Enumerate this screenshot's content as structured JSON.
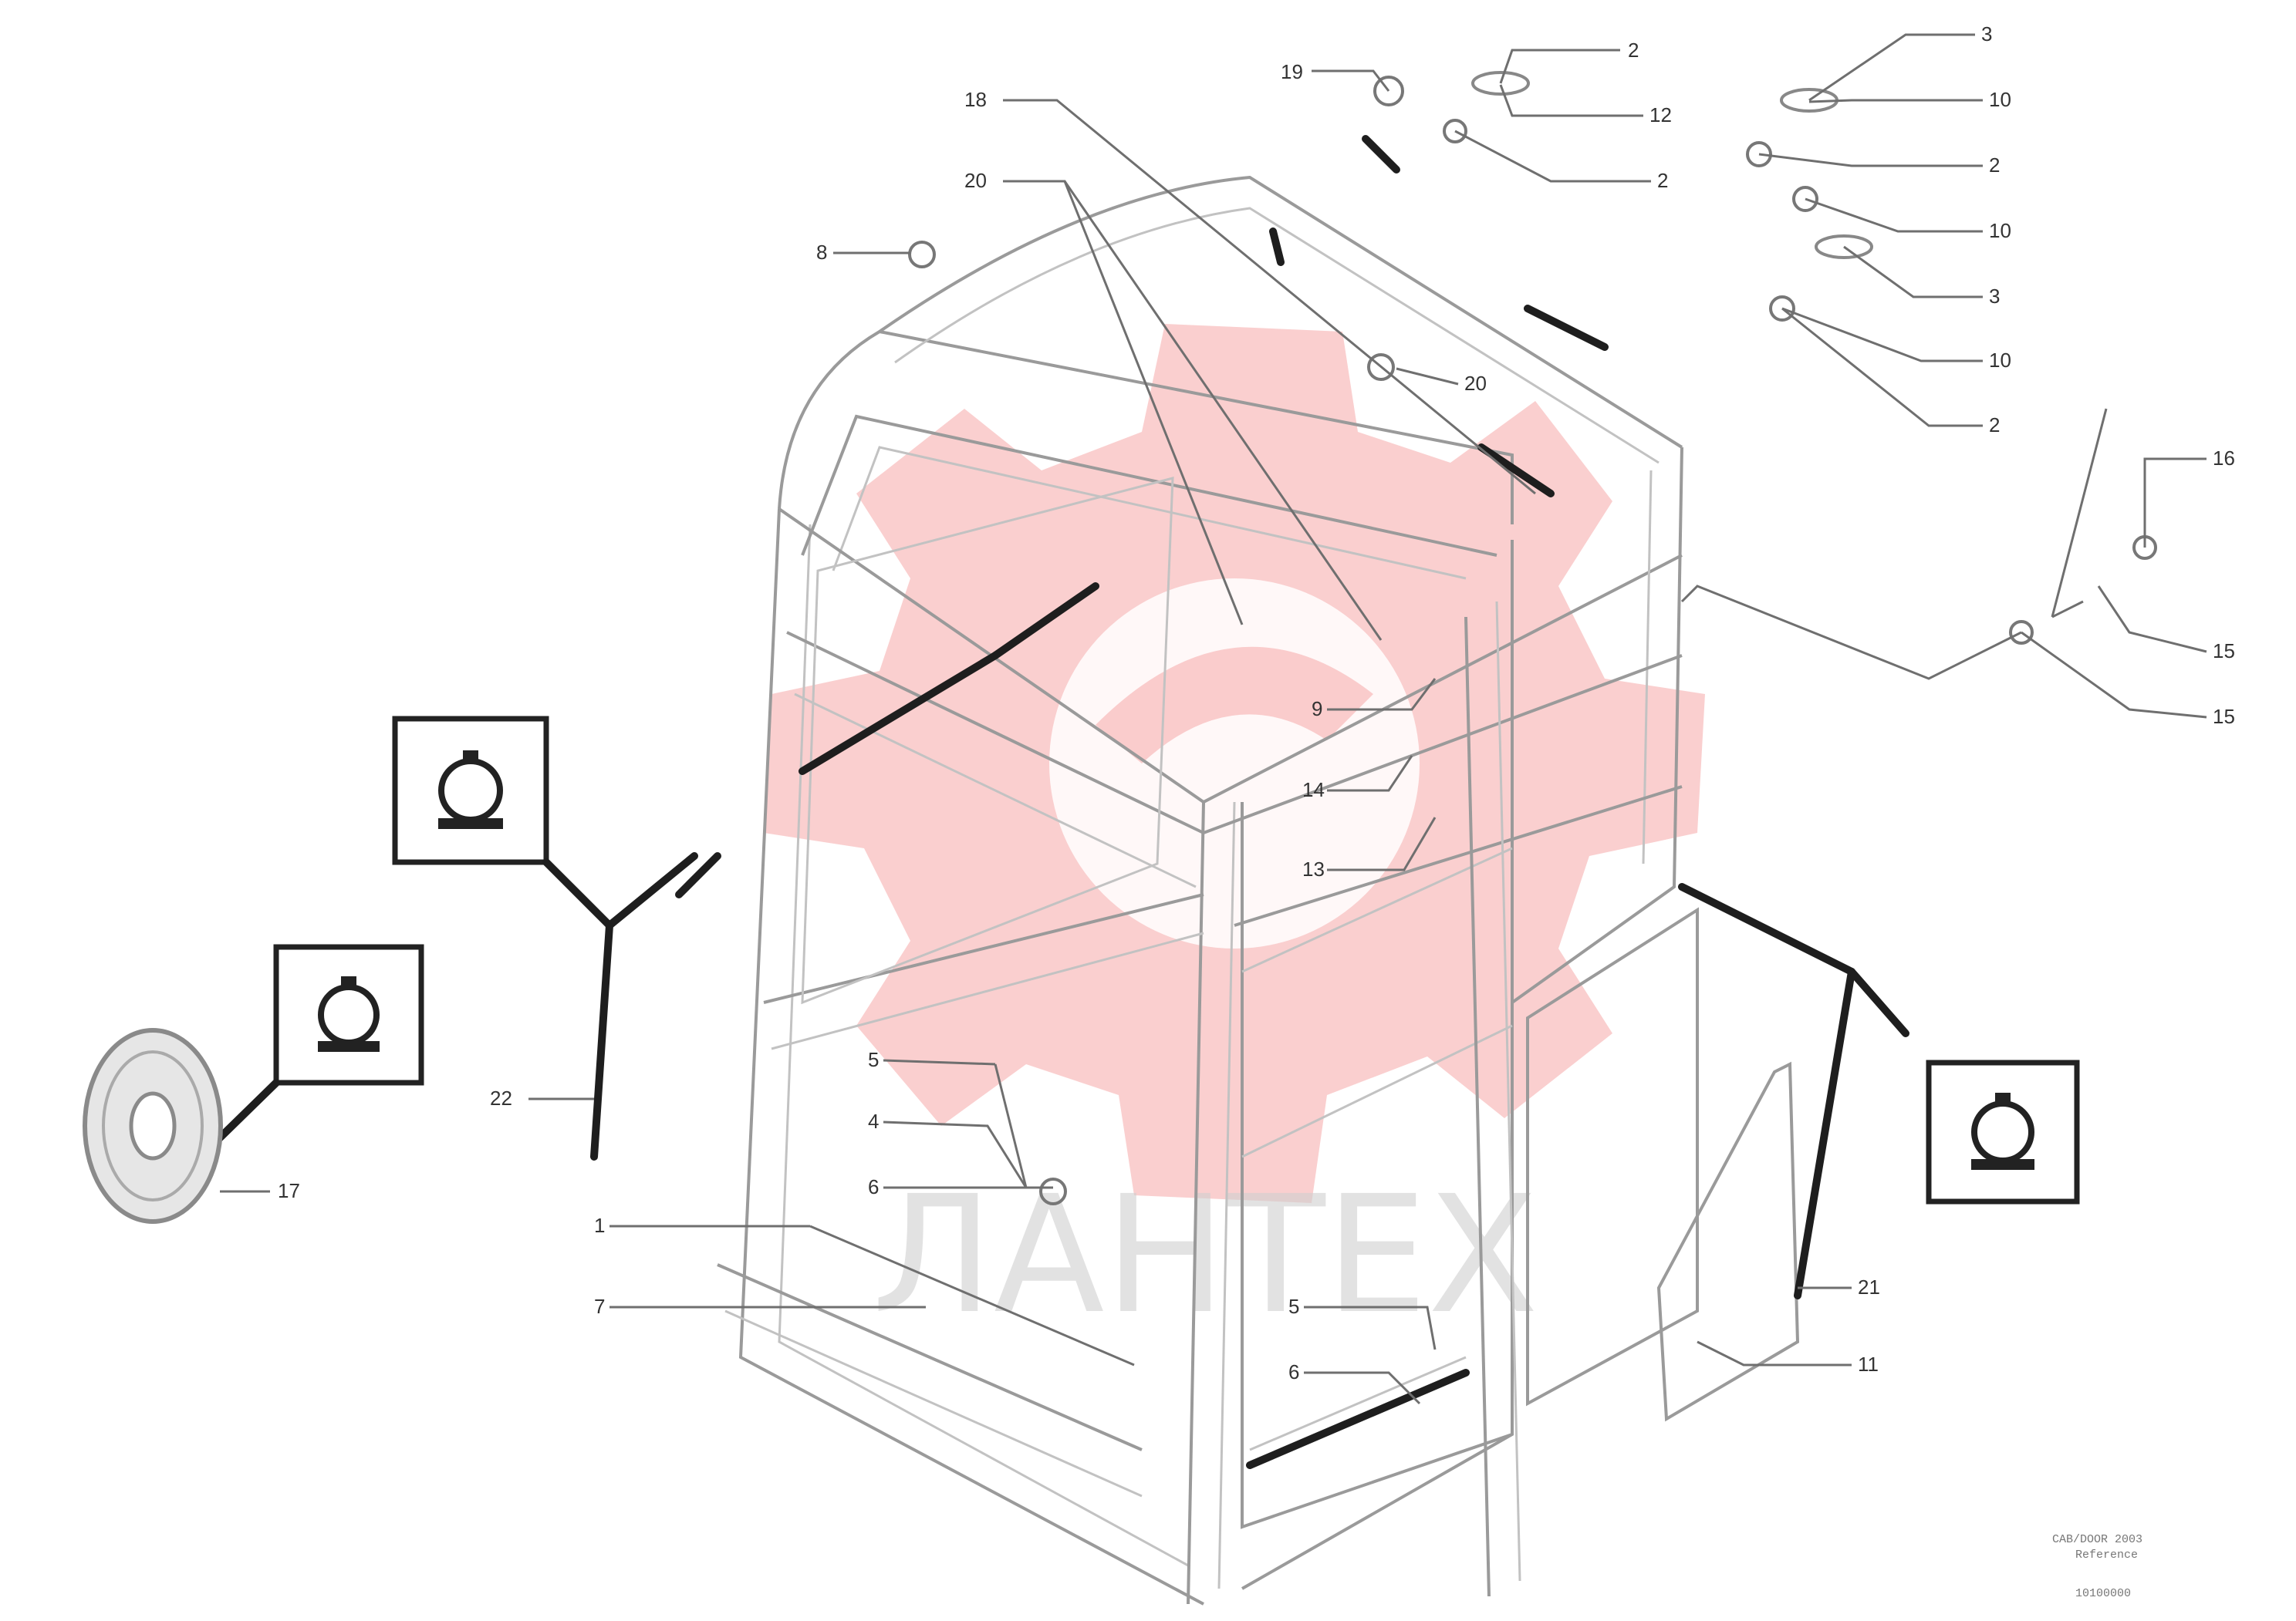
{
  "watermark": {
    "text": "ЛАНТЕХ",
    "color": "#f6a8a8"
  },
  "callouts": [
    {
      "id": "c1",
      "text": "19"
    },
    {
      "id": "c2",
      "text": "2"
    },
    {
      "id": "c3",
      "text": "12"
    },
    {
      "id": "c4",
      "text": "2"
    },
    {
      "id": "c5",
      "text": "3"
    },
    {
      "id": "c6",
      "text": "10"
    },
    {
      "id": "c7",
      "text": "2"
    },
    {
      "id": "c8",
      "text": "10"
    },
    {
      "id": "c9",
      "text": "3"
    },
    {
      "id": "c10",
      "text": "10"
    },
    {
      "id": "c11",
      "text": "2"
    },
    {
      "id": "c12",
      "text": "18"
    },
    {
      "id": "c13",
      "text": "20"
    },
    {
      "id": "c14",
      "text": "8"
    },
    {
      "id": "c15",
      "text": "20"
    },
    {
      "id": "c16",
      "text": "16"
    },
    {
      "id": "c17",
      "text": "15"
    },
    {
      "id": "c18",
      "text": "15"
    },
    {
      "id": "c19",
      "text": "9"
    },
    {
      "id": "c20",
      "text": "14"
    },
    {
      "id": "c21",
      "text": "13"
    },
    {
      "id": "c22",
      "text": "22"
    },
    {
      "id": "c23",
      "text": "17"
    },
    {
      "id": "c24",
      "text": "5"
    },
    {
      "id": "c25",
      "text": "4"
    },
    {
      "id": "c26",
      "text": "6"
    },
    {
      "id": "c27",
      "text": "1"
    },
    {
      "id": "c28",
      "text": "7"
    },
    {
      "id": "c29",
      "text": "5"
    },
    {
      "id": "c30",
      "text": "6"
    },
    {
      "id": "c31",
      "text": "21"
    },
    {
      "id": "c32",
      "text": "11"
    }
  ],
  "footer": {
    "line1": "CAB/DOOR 2003",
    "line2": "Reference",
    "code": "10100000"
  },
  "icons": [
    "sealant-symbol-icon",
    "sealant-symbol-icon",
    "sealant-symbol-icon",
    "tape-roll-icon"
  ]
}
